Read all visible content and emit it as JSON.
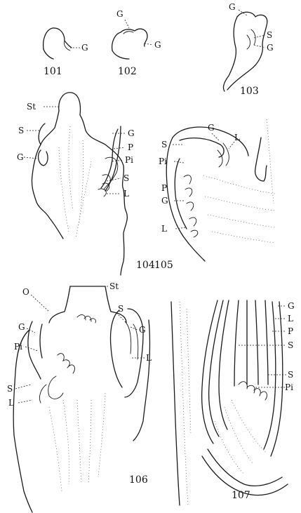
{
  "figures": [
    {
      "number": "101",
      "labels": [
        "G"
      ]
    },
    {
      "number": "102",
      "labels": [
        "G",
        "G"
      ]
    },
    {
      "number": "103",
      "labels": [
        "G",
        "S",
        "G"
      ]
    },
    {
      "number": "104",
      "labels": [
        "St",
        "S",
        "G",
        "G",
        "P",
        "Pi",
        "S",
        "L"
      ]
    },
    {
      "number": "105",
      "labels": [
        "S",
        "G",
        "L",
        "Pi",
        "P",
        "G",
        "L"
      ]
    },
    {
      "number": "106",
      "labels": [
        "O",
        "St",
        "G",
        "S",
        "G",
        "Pi",
        "L",
        "S",
        "L"
      ]
    },
    {
      "number": "107",
      "labels": [
        "G",
        "L",
        "P",
        "S",
        "S",
        "Pi"
      ]
    }
  ]
}
